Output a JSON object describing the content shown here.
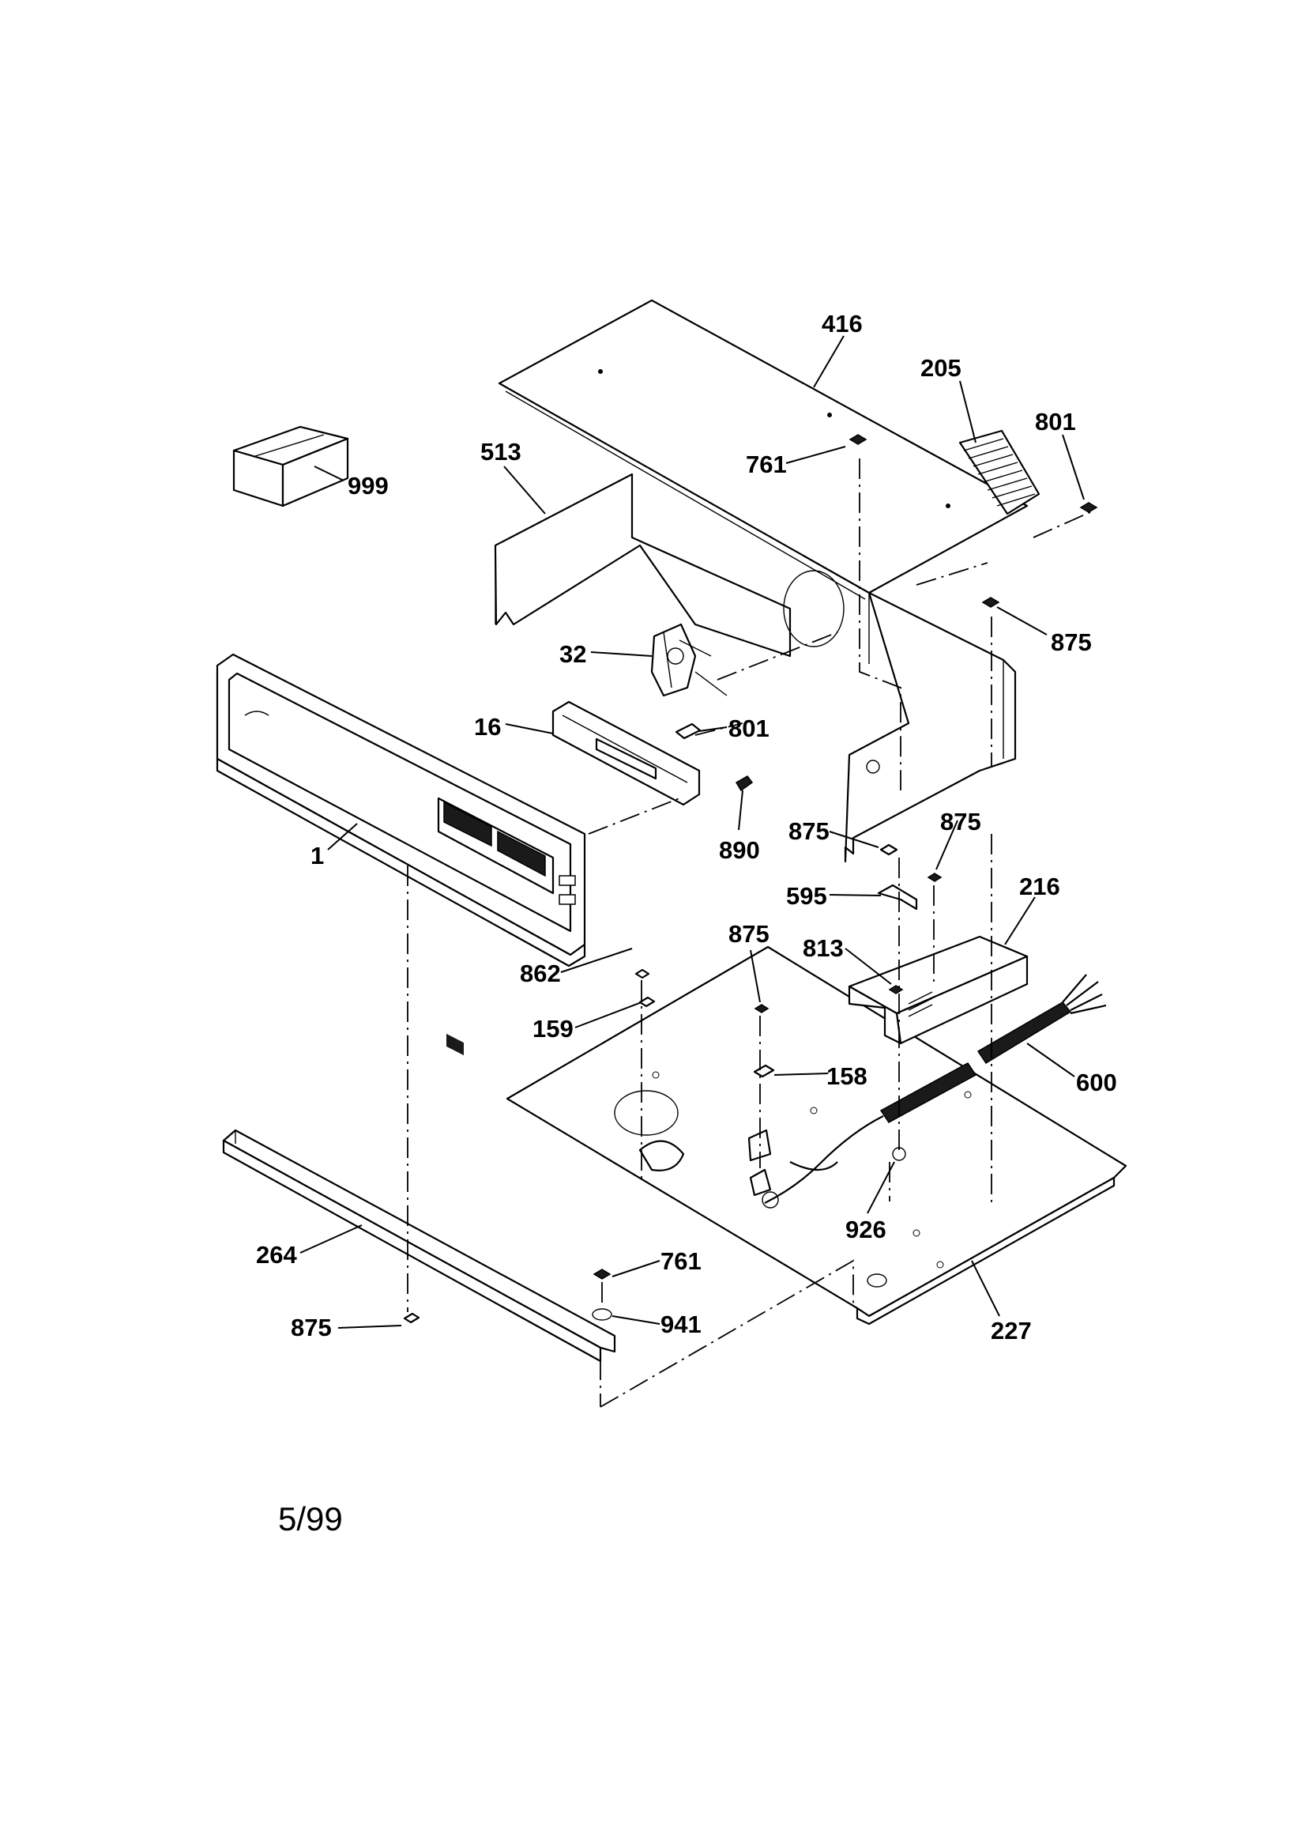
{
  "diagram": {
    "date_code": "5/99",
    "parts": {
      "p416": "416",
      "p205": "205",
      "p801_top": "801",
      "p761_top": "761",
      "p513": "513",
      "p999": "999",
      "p875_right": "875",
      "p32": "32",
      "p16": "16",
      "p801_mid": "801",
      "p890": "890",
      "p1": "1",
      "p875_a": "875",
      "p875_b": "875",
      "p595": "595",
      "p216": "216",
      "p875_c": "875",
      "p813": "813",
      "p862": "862",
      "p159": "159",
      "p158": "158",
      "p600": "600",
      "p926": "926",
      "p264": "264",
      "p761_bottom": "761",
      "p875_bottom": "875",
      "p941": "941",
      "p227": "227"
    }
  }
}
